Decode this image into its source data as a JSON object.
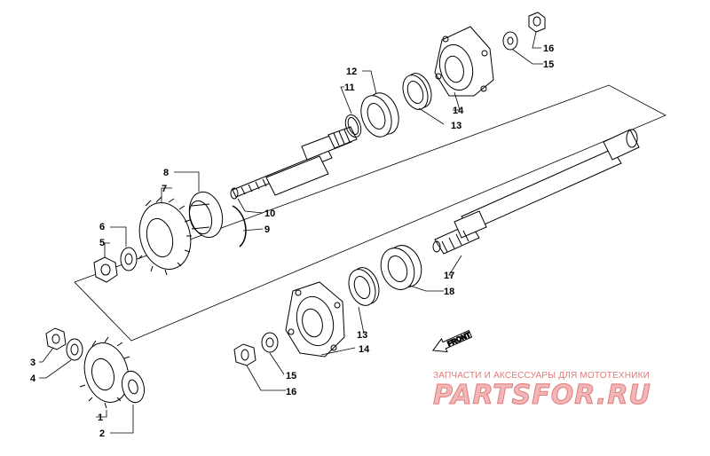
{
  "callouts": [
    {
      "id": "c1",
      "text": "1"
    },
    {
      "id": "c2",
      "text": "2"
    },
    {
      "id": "c3",
      "text": "3"
    },
    {
      "id": "c4",
      "text": "4"
    },
    {
      "id": "c5",
      "text": "5"
    },
    {
      "id": "c6",
      "text": "6"
    },
    {
      "id": "c7",
      "text": "7"
    },
    {
      "id": "c8",
      "text": "8"
    },
    {
      "id": "c9",
      "text": "9"
    },
    {
      "id": "c10",
      "text": "10"
    },
    {
      "id": "c11",
      "text": "11"
    },
    {
      "id": "c12",
      "text": "12"
    },
    {
      "id": "c13a",
      "text": "13"
    },
    {
      "id": "c14a",
      "text": "14"
    },
    {
      "id": "c15a",
      "text": "15"
    },
    {
      "id": "c16a",
      "text": "16"
    },
    {
      "id": "c17",
      "text": "17"
    },
    {
      "id": "c18",
      "text": "18"
    },
    {
      "id": "c13b",
      "text": "13"
    },
    {
      "id": "c14b",
      "text": "14"
    },
    {
      "id": "c15b",
      "text": "15"
    },
    {
      "id": "c16b",
      "text": "16"
    }
  ],
  "front_label": "FRONT",
  "watermark": {
    "subtitle": "ЗАПЧАСТИ И АКСЕССУАРЫ ДЛЯ МОТОТЕХНИКИ",
    "logo": "PARTSFOR.RU"
  }
}
